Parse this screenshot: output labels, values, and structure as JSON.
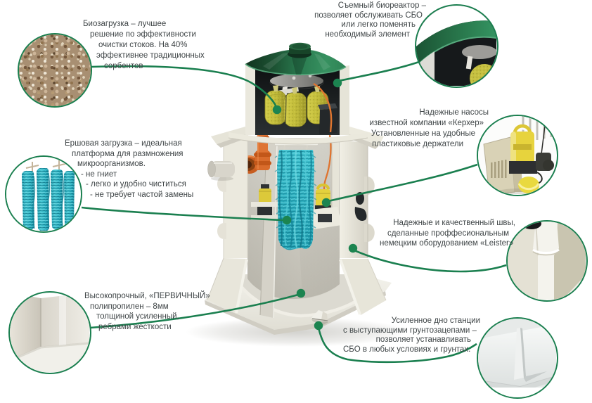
{
  "colors": {
    "accent": "#1a7f4f",
    "text": "#3f4547",
    "lid_green": "#2e7c52",
    "brush_teal": "#2cb4c4",
    "pipe_orange": "#de7434",
    "bag_yellow": "#c9c33c",
    "tank_body": "#eceadf"
  },
  "annotations": {
    "bio": {
      "lines": [
        "Биозагрузка – лучшее",
        "решение по эффективности",
        "очистки стоков. На 40%",
        "эффективнее традиционных",
        "сорбентов"
      ]
    },
    "bioreactor": {
      "lines": [
        "Съемный биореактор –",
        "позволяет обслуживать СБО",
        "или легко поменять",
        "необходимый элемент"
      ]
    },
    "brush": {
      "lines": [
        "Ершовая загрузка – идеальная",
        "платформа для размножения",
        "микроорганизмов.",
        "- не гниет",
        "- легко и удобно чиститься",
        "- не требует частой замены"
      ]
    },
    "pumps": {
      "lines": [
        "Надежные насосы",
        "известной компании «Керхер»",
        "Установленные на удобные",
        "пластиковые держатели"
      ]
    },
    "seams": {
      "lines": [
        "Надежные и качественный швы,",
        "сделанные проффесиональным",
        "немецким оборудованием «Leister»"
      ]
    },
    "polypropylene": {
      "lines": [
        "Высокопрочный, «ПЕРВИЧНЫЙ»",
        "полипропилен – 8мм",
        "толщиной усиленный,",
        "ребрами жесткости"
      ]
    },
    "bottom": {
      "lines": [
        "Усиленное дно станции",
        "с выступающими грунтозацепами –",
        "позволяет устанавливать",
        "СБО в любых условиях и грунтах."
      ]
    }
  },
  "callouts": [
    "biomedia-gravel",
    "bioreactor-lid",
    "karcher-pump",
    "brush-media",
    "polypropylene-corner",
    "weld-seam",
    "reinforced-bottom"
  ]
}
